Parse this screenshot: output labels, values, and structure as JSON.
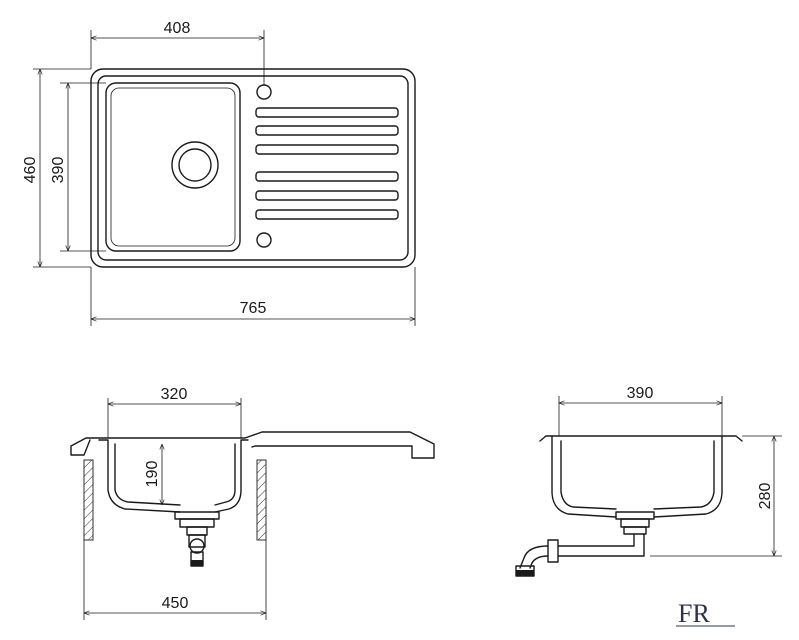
{
  "dimensions": {
    "top_width_408": "408",
    "total_height_460": "460",
    "bowl_height_390": "390",
    "total_width_765": "765",
    "bowl_width_320": "320",
    "bowl_depth_190": "190",
    "cutout_width_450": "450",
    "side_width_390": "390",
    "side_height_280": "280"
  },
  "logo": {
    "mark_text": "FR"
  },
  "colors": {
    "line": "#1a1a1a",
    "logo": "#2a3450",
    "background": "#ffffff"
  }
}
